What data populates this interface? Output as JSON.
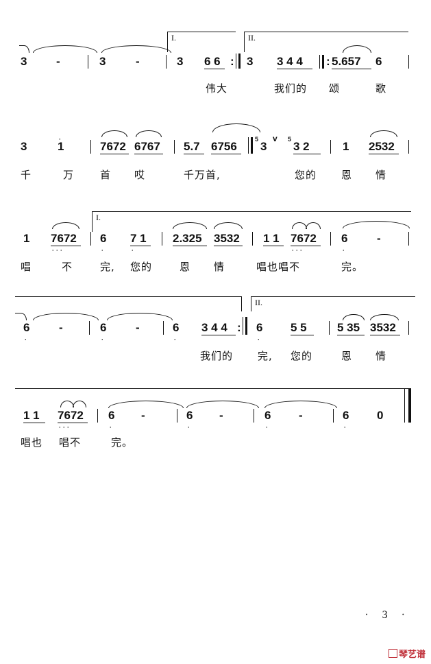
{
  "systems": [
    {
      "notes": [
        "3",
        "-",
        "3",
        "-",
        "3",
        "6 6",
        "3",
        "3 4 4",
        "5.657",
        "6"
      ],
      "lyrics": [
        "伟大",
        "我们的",
        "颂",
        "歌"
      ],
      "voltas": [
        "I.",
        "II."
      ]
    },
    {
      "notes": [
        "3",
        "1",
        "7672",
        "6767",
        "5.7",
        "6756",
        "3",
        "3 2",
        "1",
        "2532"
      ],
      "grace": [
        "5",
        "5"
      ],
      "lyrics": [
        "千",
        "万",
        "首",
        "哎",
        "千万首,",
        "您的",
        "恩",
        "情"
      ]
    },
    {
      "notes": [
        "1",
        "7672",
        "6",
        "7 1",
        "2.325",
        "3532",
        "1 1",
        "7672",
        "6",
        "-"
      ],
      "lyrics": [
        "唱",
        "不",
        "完,",
        "您的",
        "恩",
        "情",
        "唱也唱不",
        "完。"
      ],
      "voltas": [
        "I."
      ]
    },
    {
      "notes": [
        "6",
        "-",
        "6",
        "-",
        "6",
        "3 4 4",
        "6",
        "5 5",
        "5 35",
        "3532"
      ],
      "lyrics": [
        "我们的",
        "完,",
        "您的",
        "恩",
        "情"
      ],
      "voltas": [
        "II."
      ]
    },
    {
      "notes": [
        "1 1",
        "7672",
        "6",
        "-",
        "6",
        "-",
        "6",
        "-",
        "6",
        "0"
      ],
      "lyrics": [
        "唱也",
        "唱不",
        "完。"
      ]
    }
  ],
  "page_number": "3",
  "watermark": "琴艺谱"
}
